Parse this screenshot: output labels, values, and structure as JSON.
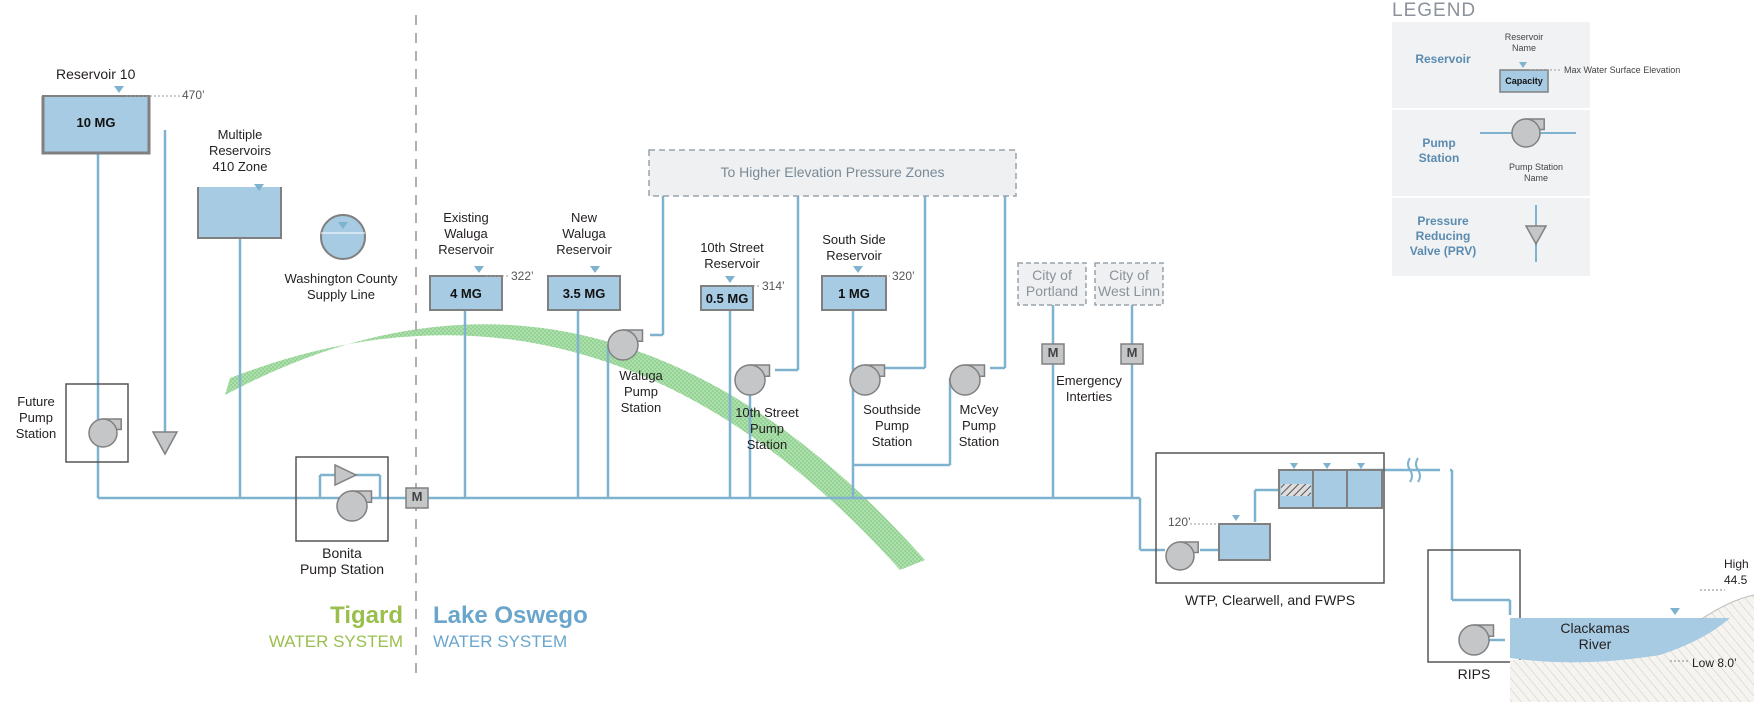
{
  "colors": {
    "pipe": "#7fb2cf",
    "water": "#a6cbe2",
    "outline": "#808080",
    "pump": "#c4c6c8",
    "green": "#8fd18f",
    "tigard": "#9bbf4e",
    "lakeoswego": "#6aa6cc",
    "legend_bg": "#f1f2f3"
  },
  "reservoirs": {
    "r10": {
      "name": "Reservoir 10",
      "capacity": "10 MG",
      "elev": "470’"
    },
    "multi": {
      "name": "Multiple\nReservoirs\n410 Zone"
    },
    "waluga_existing": {
      "name": "Existing\nWaluga\nReservoir",
      "capacity": "4 MG",
      "elev": "322’"
    },
    "waluga_new": {
      "name": "New\nWaluga\nReservoir",
      "capacity": "3.5 MG"
    },
    "tenth": {
      "name": "10th Street\nReservoir",
      "capacity": "0.5 MG",
      "elev": "314’"
    },
    "southside": {
      "name": "South Side\nReservoir",
      "capacity": "1 MG",
      "elev": "320’"
    },
    "clearwell_elev": "120’"
  },
  "supply": {
    "washington": "Washington County\nSupply Line"
  },
  "pumps": {
    "future": "Future\nPump\nStation",
    "bonita": "Bonita\nPump Station",
    "waluga": "Waluga\nPump\nStation",
    "tenth": "10th Street\nPump\nStation",
    "southside": "Southside\nPump\nStation",
    "mcvey": "McVey\nPump\nStation",
    "rips": "RIPS",
    "wtp": "WTP, Clearwell, and FWPS"
  },
  "zones_box": "To Higher Elevation Pressure Zones",
  "cities": {
    "portland": "City of\nPortland",
    "westlinn": "City of\nWest Linn"
  },
  "meter": "M",
  "emergency": "Emergency\nInterties",
  "river": {
    "name": "Clackamas\nRiver",
    "high": "High\n44.5",
    "low": "Low 8.0’"
  },
  "systems": {
    "tigard_name": "Tigard",
    "tigard_sub": "WATER SYSTEM",
    "lo_name": "Lake Oswego",
    "lo_sub": "WATER SYSTEM"
  },
  "legend": {
    "title": "LEGEND",
    "reservoir": {
      "head": "Reservoir",
      "name": "Reservoir\nName",
      "capacity": "Capacity",
      "elev": "Max Water Surface Elevation"
    },
    "pump": {
      "head": "Pump\nStation",
      "name": "Pump Station\nName"
    },
    "prv": {
      "head": "Pressure\nReducing\nValve (PRV)"
    }
  }
}
